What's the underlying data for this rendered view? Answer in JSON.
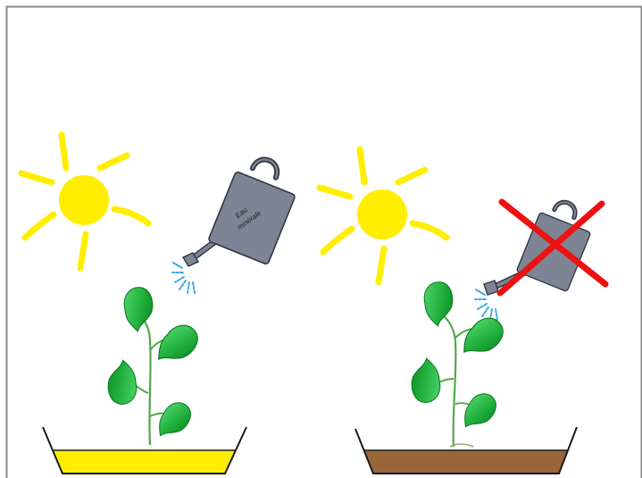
{
  "scenes": [
    {
      "id": "left",
      "can_label_line1": "Eau",
      "can_label_line2": "minérale",
      "soil": "yellow",
      "watering_crossed_out": false
    },
    {
      "id": "right",
      "soil": "brown",
      "watering_crossed_out": true
    }
  ],
  "colors": {
    "sun": "#ffee00",
    "leaf": "#22b33a",
    "leaf_dark": "#0a7a1e",
    "stem": "#52a84a",
    "can": "#7d8594",
    "water": "#3fa9e6",
    "yellow_soil": "#ffee00",
    "brown_soil": "#99663a",
    "cross": "#ee1111",
    "frame": "#777777"
  },
  "icons": {
    "sun": "sun-icon",
    "watering_can": "watering-can-icon",
    "plant": "plant-icon",
    "pot": "pot-icon",
    "cross": "cross-out-icon"
  }
}
